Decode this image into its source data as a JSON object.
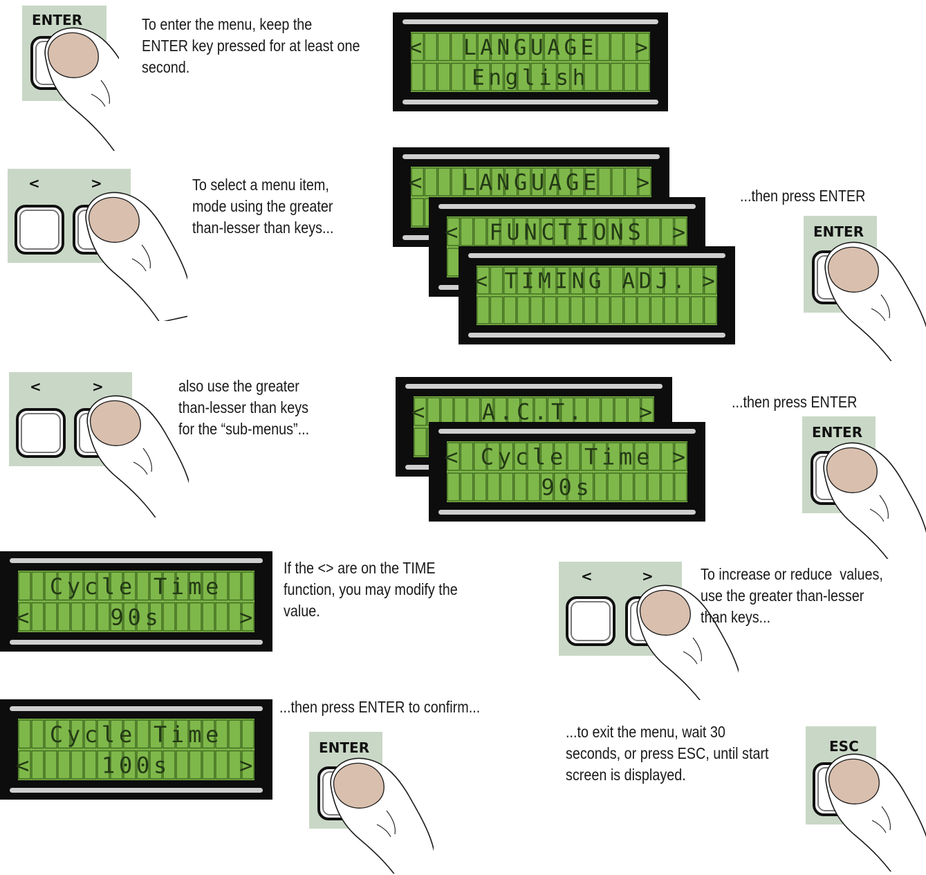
{
  "steps": {
    "enter_menu": "To enter the menu, keep the\nENTER key pressed for at least one\nsecond.",
    "select_item": "To select a menu item,\nmode using the greater\nthan-lesser than keys...",
    "then_enter_1": "...then press ENTER",
    "submenus": "also use the greater\nthan-lesser than keys\nfor the “sub-menus”...",
    "then_enter_2": "...then press ENTER",
    "modify_time": "If the <> are on the TIME\nfunction, you may modify the\nvalue.",
    "increase_reduce": "To increase or reduce  values,\nuse the greater than-lesser\nthan keys...",
    "confirm": "...then press ENTER to confirm...",
    "exit_menu": "...to exit the menu, wait 30\nseconds, or press ESC, until start\nscreen is displayed."
  },
  "keys": {
    "enter": "ENTER",
    "esc": "ESC",
    "left": "<",
    "right": ">"
  },
  "displays": {
    "language": {
      "line1": "LANGUAGE",
      "line2": "English",
      "arrow_left": "<",
      "arrow_right": ">"
    },
    "stack_language": {
      "line1": "LANGUAGE",
      "arrow_left": "<",
      "arrow_right": ">"
    },
    "functions": {
      "line1": "FUNCTIONS",
      "arrow_left": "<",
      "arrow_right": ">"
    },
    "timing": {
      "line1": "TIMING ADJ.",
      "arrow_left": "<",
      "arrow_right": ">"
    },
    "act": {
      "line1": "A.C.T.",
      "arrow_left": "<",
      "arrow_right": ">"
    },
    "cycle_90_sub": {
      "line1": "Cycle Time",
      "line2": "90s",
      "arrow_left": "<",
      "arrow_right": ">"
    },
    "cycle_90_edit": {
      "line1": "Cycle Time",
      "line2": "90s",
      "arrow_left": "<",
      "arrow_right": ">"
    },
    "cycle_100": {
      "line1": "Cycle Time",
      "line2": "100s",
      "arrow_left": "<",
      "arrow_right": ">"
    }
  },
  "colors": {
    "lcd_green": "#7fb84a",
    "lcd_cell_border": "#3f6a20",
    "lcd_frame": "#0d0d0d",
    "key_panel": "#c9d8c6",
    "finger": "#d9bfae"
  }
}
